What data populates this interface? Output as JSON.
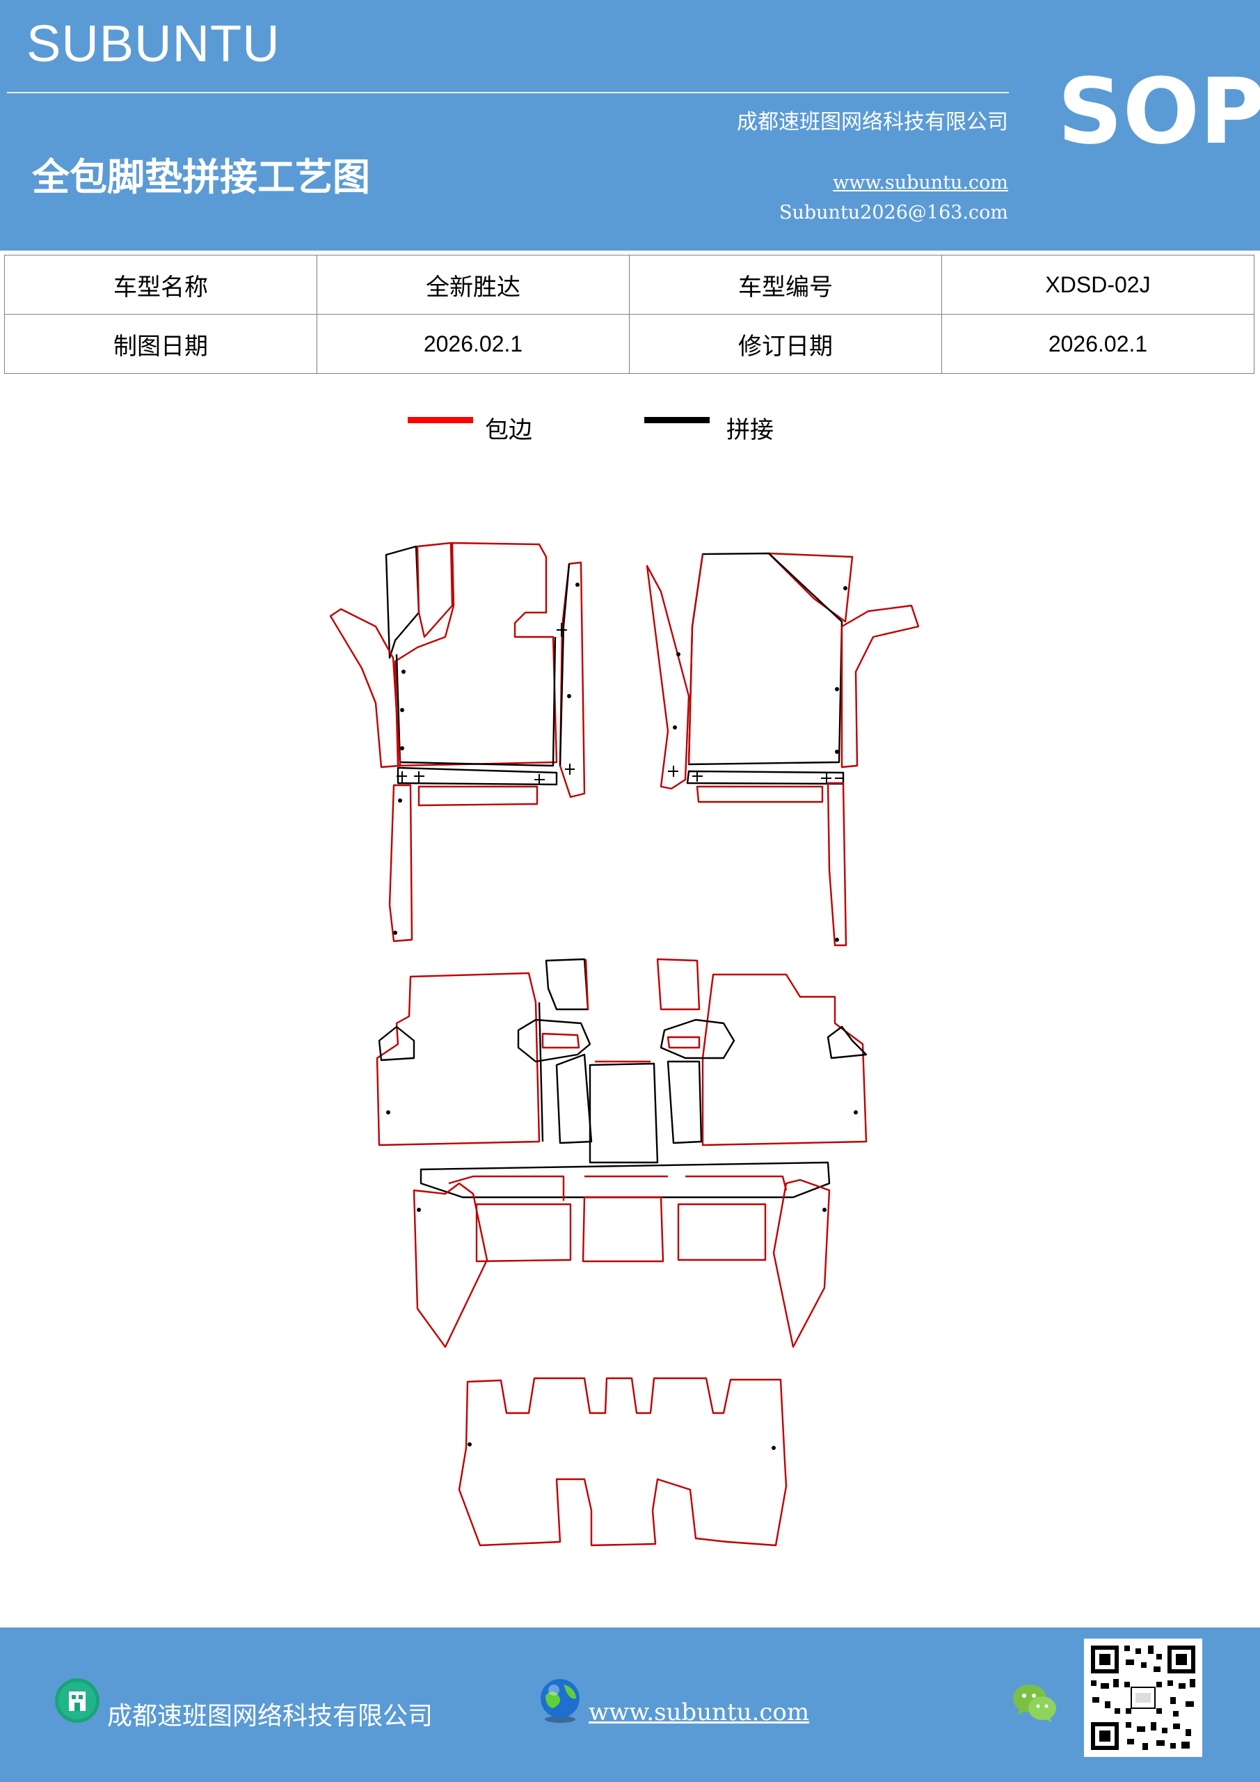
{
  "header": {
    "brand": "SUBUNTU",
    "company": "成都速班图网络科技有限公司",
    "title": "全包脚垫拼接工艺图",
    "website": "www.subuntu.com",
    "email": "Subuntu2026@163.com",
    "badge": "SOP",
    "background_color": "#5b9bd5"
  },
  "info_table": {
    "rows": [
      [
        "车型名称",
        "全新胜达",
        "车型编号",
        "XDSD-02J"
      ],
      [
        "制图日期",
        "2026.02.1",
        "修订日期",
        "2026.02.1"
      ]
    ]
  },
  "legend": {
    "items": [
      {
        "label": "包边",
        "color": "#ff0000"
      },
      {
        "label": "拼接",
        "color": "#000000"
      }
    ]
  },
  "footer": {
    "company": "成都速班图网络科技有限公司",
    "website": "www.subuntu.com",
    "icons": [
      "building-icon",
      "globe-icon",
      "wechat-icon",
      "qr-code"
    ]
  }
}
